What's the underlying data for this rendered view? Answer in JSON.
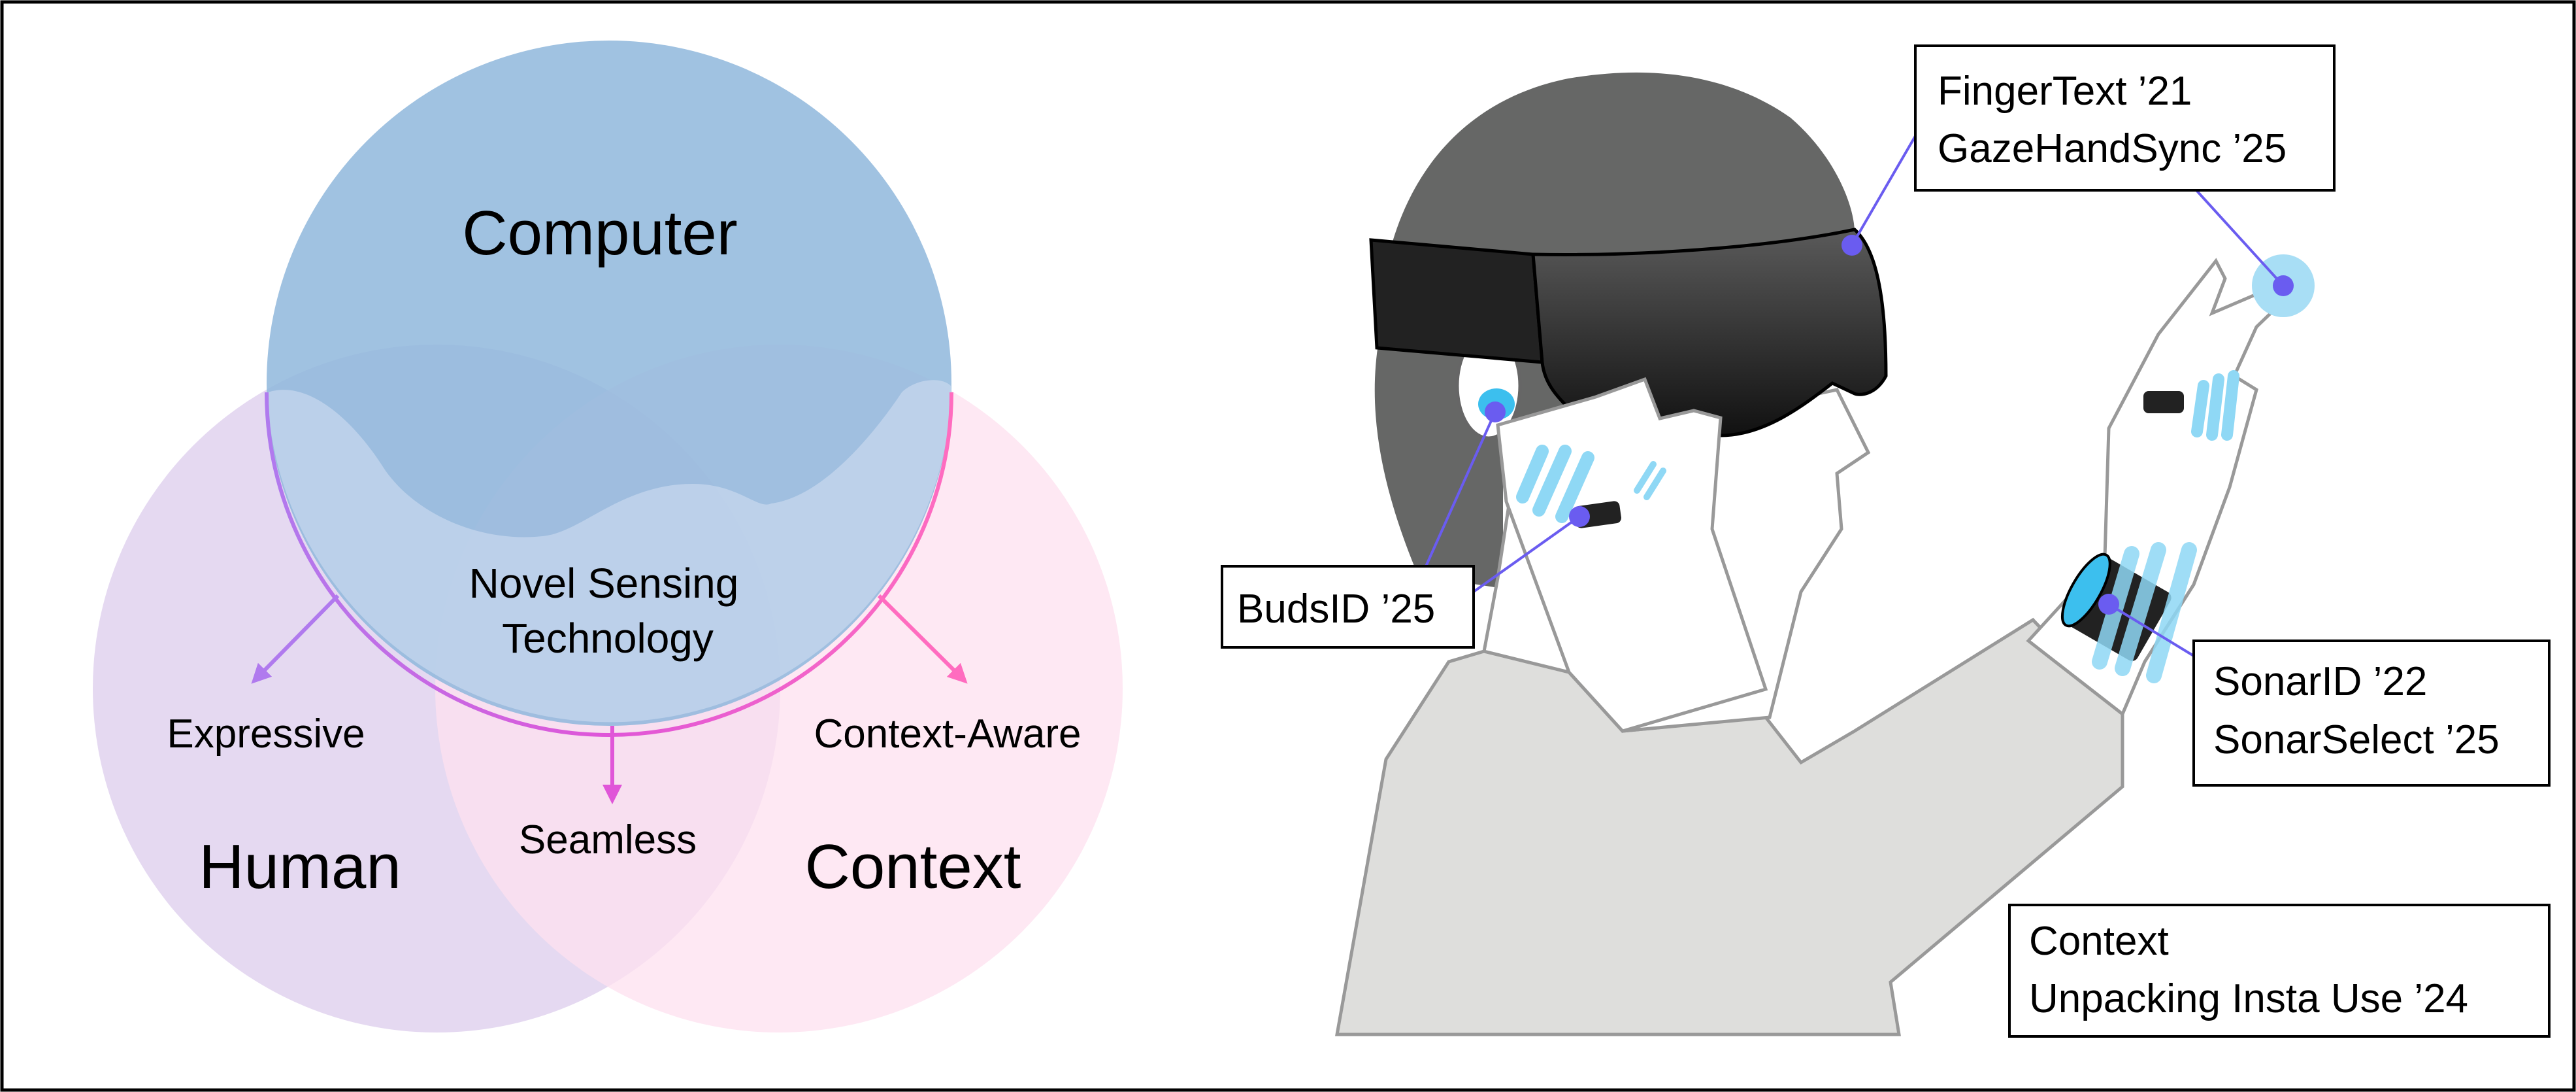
{
  "venn": {
    "computer": "Computer",
    "human": "Human",
    "context": "Context",
    "center_line1": "Novel Sensing",
    "center_line2": "Technology",
    "expressive": "Expressive",
    "seamless": "Seamless",
    "context_aware": "Context-Aware"
  },
  "labels": {
    "headset": [
      "FingerText ’21",
      "GazeHandSync ’25"
    ],
    "buds": "BudsID ’25",
    "sonar": [
      "SonarID ’22",
      "SonarSelect ’25"
    ],
    "context": [
      "Context",
      "Unpacking Insta Use ’24"
    ]
  },
  "colors": {
    "computer": "#8fb7dc",
    "human": "#e2d5f0",
    "context": "#fde0ef",
    "arrow_left": "#b07aee",
    "arrow_mid": "#e056d8",
    "arrow_right": "#ff6cbf",
    "sensor_dot": "#6a5cf0",
    "pulse": "#8fd8f5"
  }
}
